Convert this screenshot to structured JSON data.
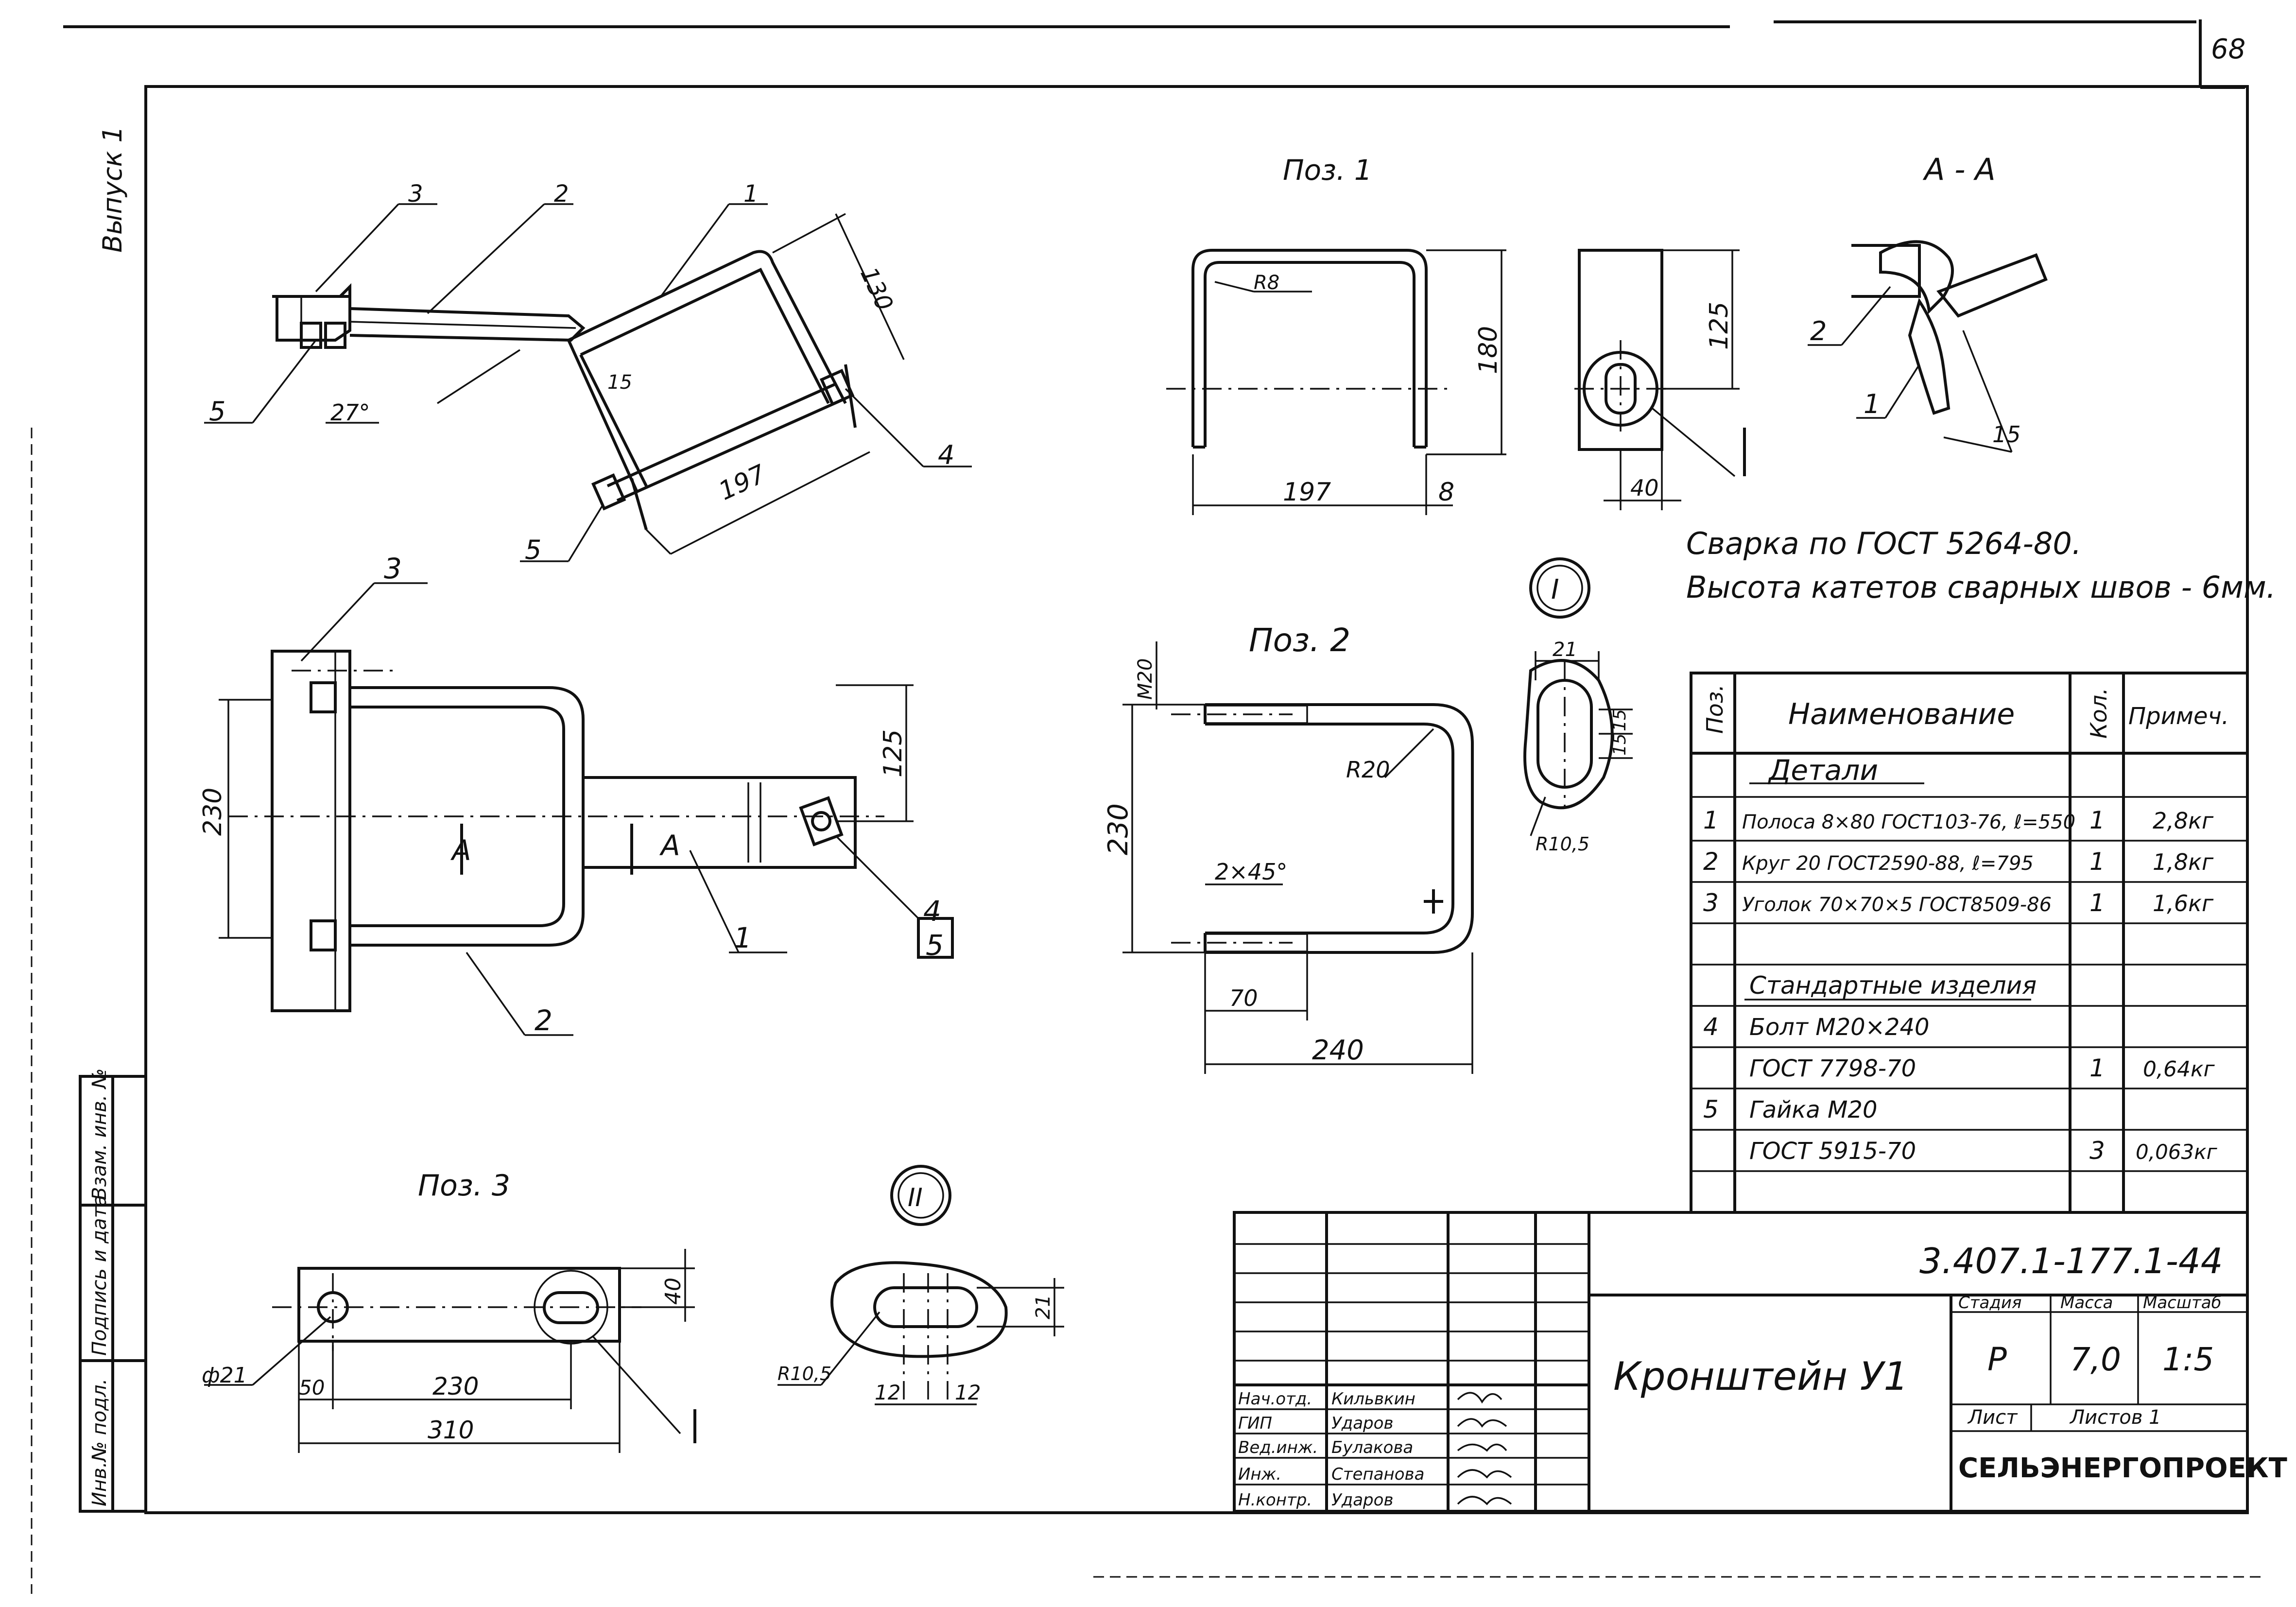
{
  "sheet": {
    "page_number": "68",
    "side_label": "Выпуск 1",
    "stamp_field_labels": [
      "Инв.№ подл.",
      "Подпись и дата",
      "Взам. инв. №"
    ]
  },
  "views": {
    "pos1_title": "Поз. 1",
    "pos2_title": "Поз. 2",
    "pos3_title": "Поз. 3",
    "section_title": "А - А",
    "section_mark": "А",
    "detail_I": "I",
    "detail_II": "II"
  },
  "callouts": {
    "iso": [
      "3",
      "2",
      "1",
      "5",
      "27°",
      "4",
      "5",
      "15"
    ],
    "front": [
      "3",
      "4",
      "5",
      "1",
      "2"
    ],
    "section": [
      "2",
      "1",
      "15"
    ]
  },
  "dimensions": {
    "iso": [
      "130",
      "197"
    ],
    "front": [
      "230",
      "125"
    ],
    "pos1": [
      "R8",
      "180",
      "197",
      "8",
      "125",
      "40"
    ],
    "pos2": [
      "M20",
      "R20",
      "230",
      "2×45°",
      "70",
      "240"
    ],
    "detailI": [
      "21",
      "15",
      "15",
      "R10,5"
    ],
    "pos3": [
      "40",
      "ф21",
      "50",
      "230",
      "310"
    ],
    "detailII": [
      "R10,5",
      "21",
      "12",
      "12"
    ]
  },
  "welding_notes": [
    "Сварка по ГОСТ 5264-80.",
    "Высота катетов сварных швов - 6мм."
  ],
  "spec_table": {
    "headers": [
      "Поз.",
      "Наименование",
      "Кол.",
      "Примеч."
    ],
    "section_details": "Детали",
    "section_standard": "Стандартные изделия",
    "rows": [
      {
        "pos": "1",
        "name": "Полоса 8×80 ГОСТ103-76, ℓ=550",
        "qty": "1",
        "note": "2,8кг"
      },
      {
        "pos": "2",
        "name": "Круг 20 ГОСТ2590-88, ℓ=795",
        "qty": "1",
        "note": "1,8кг"
      },
      {
        "pos": "3",
        "name": "Уголок 70×70×5 ГОСТ8509-86",
        "qty": "1",
        "note": "1,6кг"
      }
    ],
    "standard_rows": [
      {
        "pos": "4",
        "name": "Болт М20×240",
        "name2": "ГОСТ 7798-70",
        "qty": "1",
        "note": "0,64кг"
      },
      {
        "pos": "5",
        "name": "Гайка М20",
        "name2": "ГОСТ 5915-70",
        "qty": "3",
        "note": "0,063кг"
      }
    ]
  },
  "title_block": {
    "doc_code": "3.407.1-177.1-44",
    "title": "Кронштейн У1",
    "stage_label": "Стадия",
    "mass_label": "Масса",
    "scale_label": "Масштаб",
    "stage": "Р",
    "mass": "7,0",
    "scale": "1:5",
    "sheet_label": "Лист",
    "sheets_label": "Листов 1",
    "organization": "СЕЛЬЭНЕРГОПРОЕКТ",
    "roles": [
      {
        "role": "Нач.отд.",
        "name": "Кильвкин"
      },
      {
        "role": "ГИП",
        "name": "Ударов"
      },
      {
        "role": "Вед.инж.",
        "name": "Булакова"
      },
      {
        "role": "Инж.",
        "name": "Степанова"
      },
      {
        "role": "Н.контр.",
        "name": "Ударов"
      }
    ]
  },
  "colors": {
    "ink": "#111111",
    "paper": "#ffffff"
  }
}
